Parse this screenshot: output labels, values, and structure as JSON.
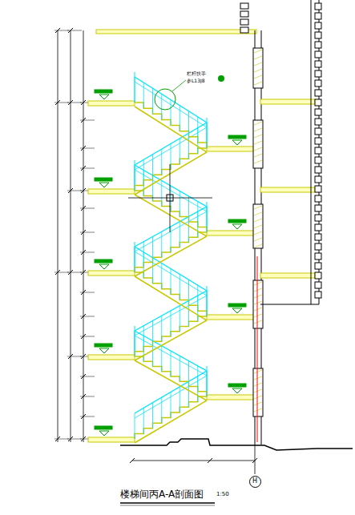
{
  "diagram": {
    "title": "楼梯间丙A-A剖面图",
    "nodes": [
      {
        "text": [
          "H"
        ]
      }
    ],
    "labels": [
      "1:50",
      "栏杆扶手",
      "参L13J8"
    ]
  }
}
